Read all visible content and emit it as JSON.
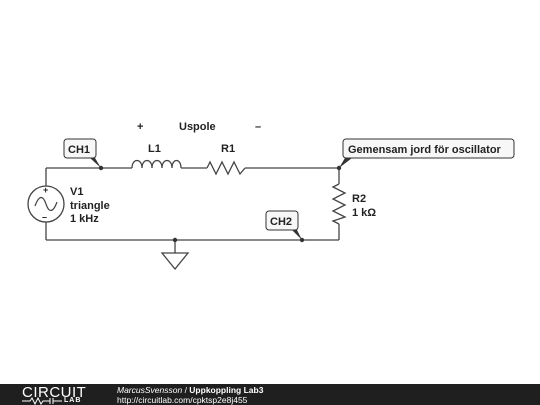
{
  "circuit": {
    "source": {
      "name": "V1",
      "wave": "triangle",
      "freq": "1 kHz"
    },
    "inductor": {
      "name": "L1"
    },
    "resistor1": {
      "name": "R1"
    },
    "resistor2": {
      "name": "R2",
      "value": "1 kΩ"
    },
    "coil_voltage": {
      "plus": "+",
      "label": "Uspole",
      "minus": "–"
    },
    "probes": {
      "ch1": "CH1",
      "ch2": "CH2"
    },
    "note": "Gemensam jord för oscillator"
  },
  "footer": {
    "logo_circuit": "CIRCUIT",
    "logo_lab": "LAB",
    "author": "MarcusSvensson",
    "separator": " / ",
    "title": "Uppkoppling Lab3",
    "url": "http://circuitlab.com/cpktsp2e8j455"
  }
}
